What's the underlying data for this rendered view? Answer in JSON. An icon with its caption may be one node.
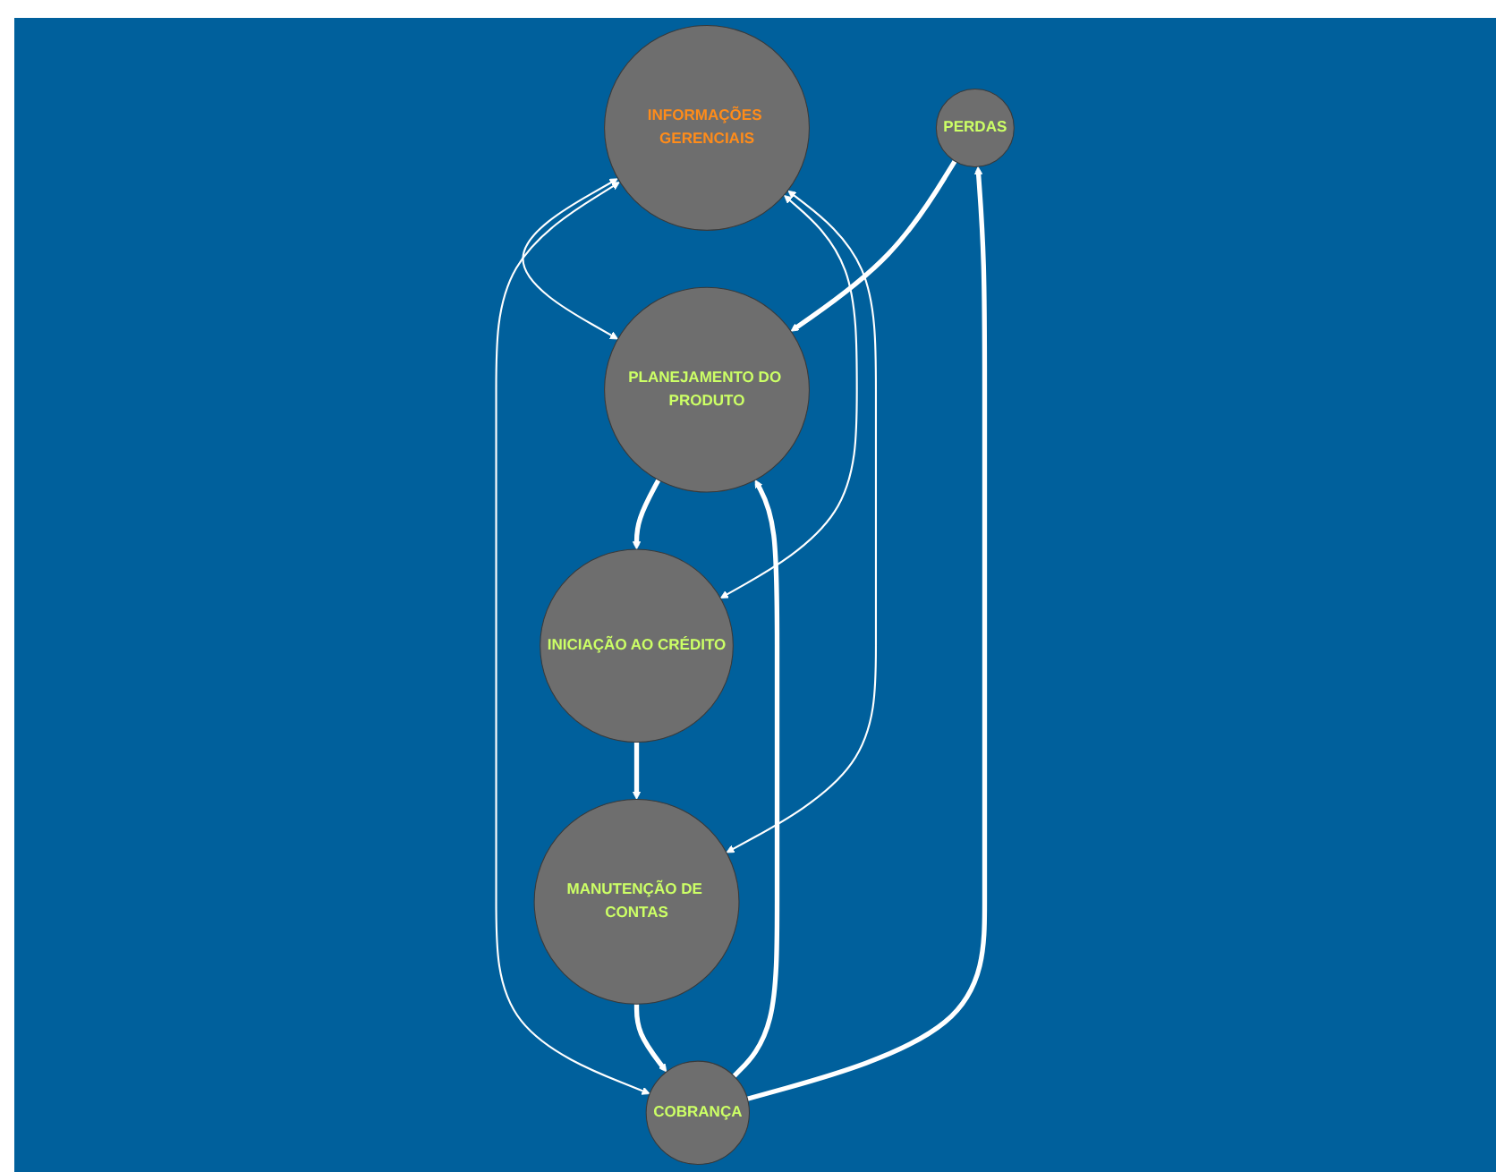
{
  "diagram": {
    "nodes": [
      {
        "text": [
          "PERDAS"
        ]
      },
      {
        "text": [
          "PLANEJAMENTO DO PRODUTO"
        ]
      },
      {
        "text": [
          "COBRANÇA"
        ]
      },
      {
        "text": [
          "INFORMAÇÕES GERENCIAIS"
        ]
      },
      {
        "text": [
          "INICIAÇÃO AO CRÉDITO"
        ]
      },
      {
        "text": [
          "MANUTENÇÃO DE CONTAS"
        ]
      }
    ],
    "edges": [
      {
        "from": 0,
        "to": 1,
        "arrow": "to"
      },
      {
        "from": 1,
        "to": 4,
        "arrow": "to"
      },
      {
        "from": 4,
        "to": 5,
        "arrow": "to"
      },
      {
        "from": 5,
        "to": 2,
        "arrow": "to"
      },
      {
        "from": 2,
        "to": 0,
        "arrow": "to"
      },
      {
        "from": 2,
        "to": 1,
        "arrow": "to"
      },
      {
        "from": 3,
        "to": 1,
        "arrow": "both"
      },
      {
        "from": 3,
        "to": 2,
        "arrow": "both"
      },
      {
        "from": 3,
        "to": 4,
        "arrow": "both"
      },
      {
        "from": 3,
        "to": 5,
        "arrow": "both"
      }
    ]
  }
}
